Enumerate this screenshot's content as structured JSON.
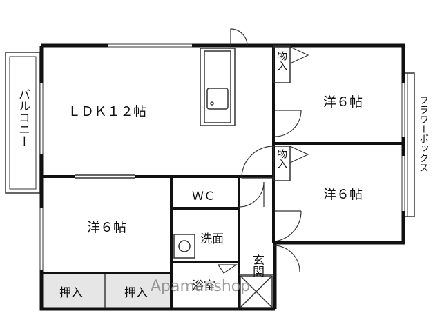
{
  "rooms": {
    "ldk": "ＬＤＫ１２帖",
    "bedroom_top_right": "洋６帖",
    "bedroom_mid_right": "洋６帖",
    "bedroom_left": "洋６帖",
    "wc": "ＷＣ",
    "washroom": "洗面",
    "bathroom": "浴室",
    "entrance": "玄関"
  },
  "storage": {
    "closet_top": "物入",
    "closet_mid": "物入",
    "oshiire_left": "押入",
    "oshiire_right": "押入"
  },
  "exterior": {
    "balcony": "バルコニー",
    "flower_box": "フラワーボックス"
  },
  "watermark": "Apamanshop",
  "colors": {
    "wall": "#111111",
    "line": "#333333",
    "storage_fill": "#e6e6e6",
    "watermark": "#8a8a8a"
  }
}
